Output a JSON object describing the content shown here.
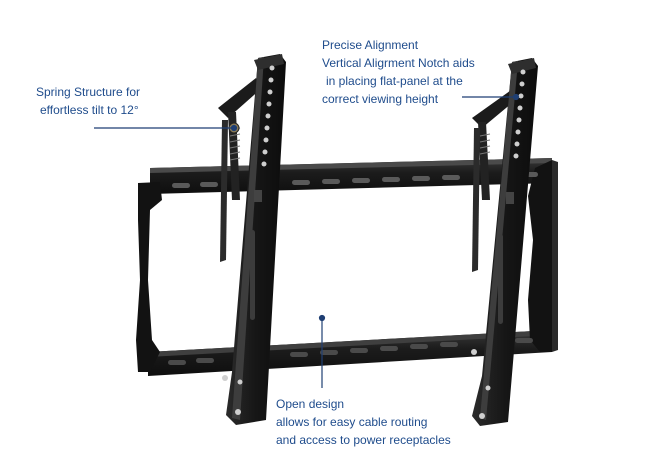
{
  "colors": {
    "callout_text": "#1f4c8c",
    "callout_line": "#1f3f73",
    "mount_metal": "#1a1a1a",
    "mount_highlight": "#4a4a4a"
  },
  "callouts": {
    "spring": {
      "lines": [
        "Spring Structure for",
        "effortless tilt to 12°"
      ]
    },
    "alignment": {
      "lines": [
        "Precise Alignment",
        "Vertical Aligrment Notch aids",
        " in placing flat-panel at the",
        "correct viewing height"
      ]
    },
    "open_design": {
      "lines": [
        "Open design",
        "allows for easy cable routing",
        "and access to power receptacles"
      ]
    }
  }
}
